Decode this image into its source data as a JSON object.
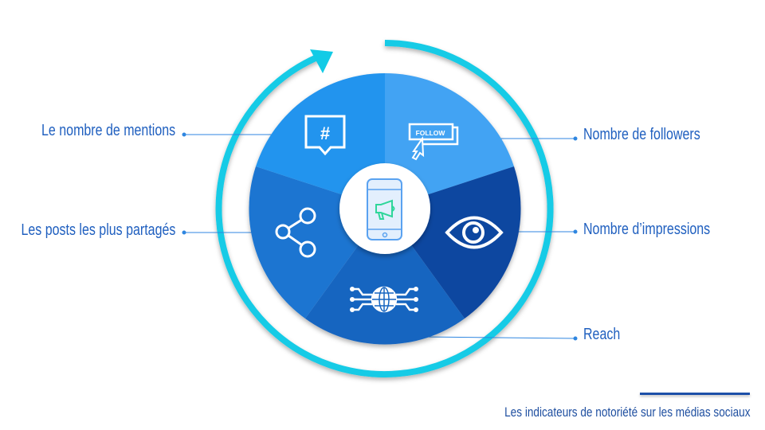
{
  "labels": {
    "mentions": "Le nombre de mentions",
    "posts": "Les posts les plus partagés",
    "followers": "Nombre de followers",
    "impressions": "Nombre d’impressions",
    "reach": "Reach"
  },
  "icons": {
    "follow_text": "FOLLOW",
    "hashtag": "#"
  },
  "footer": "Les indicateurs de notoriété sur les médias sociaux",
  "colors": {
    "ring": "#12cbe6",
    "seg_followers": "#42a3f3",
    "seg_impressions": "#0f47a0",
    "seg_reach": "#1665c0",
    "seg_posts": "#1b75d1",
    "seg_mentions": "#2294ee",
    "text": "#1f5fbf"
  }
}
